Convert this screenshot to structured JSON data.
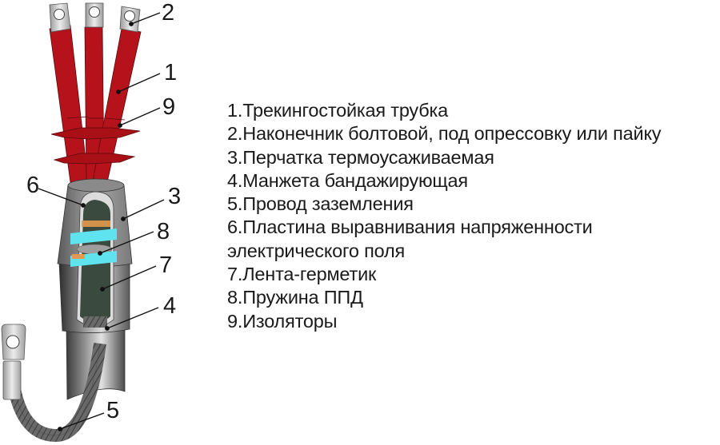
{
  "legend": {
    "items": [
      {
        "num": "1",
        "text": "1.Трекингостойкая трубка"
      },
      {
        "num": "2",
        "text": "2.Наконечник болтовой, под опрессовку или пайку"
      },
      {
        "num": "3",
        "text": "3.Перчатка термоусаживаемая"
      },
      {
        "num": "4",
        "text": "4.Манжета бандажирующая"
      },
      {
        "num": "5",
        "text": "5.Провод заземления"
      },
      {
        "num": "6",
        "text": "6.Пластина выравнивания напряженности",
        "continuation": "электрического поля"
      },
      {
        "num": "7",
        "text": "7.Лента-герметик"
      },
      {
        "num": "8",
        "text": "8.Пружина ППД"
      },
      {
        "num": "9",
        "text": "9.Изоляторы"
      }
    ]
  },
  "callouts": {
    "c1": "1",
    "c2": "2",
    "c3": "3",
    "c4": "4",
    "c5": "5",
    "c6": "6",
    "c7": "7",
    "c8": "8",
    "c9": "9"
  },
  "colors": {
    "tube_red": "#b5121b",
    "tube_dark": "#7d0b10",
    "lug_gray": "#d6d6d6",
    "body_gray": "#6e6e6e",
    "sealant_green": "#3b4a3e",
    "spring_cyan": "#5fe3ef",
    "tape_orange": "#e39a4e"
  }
}
